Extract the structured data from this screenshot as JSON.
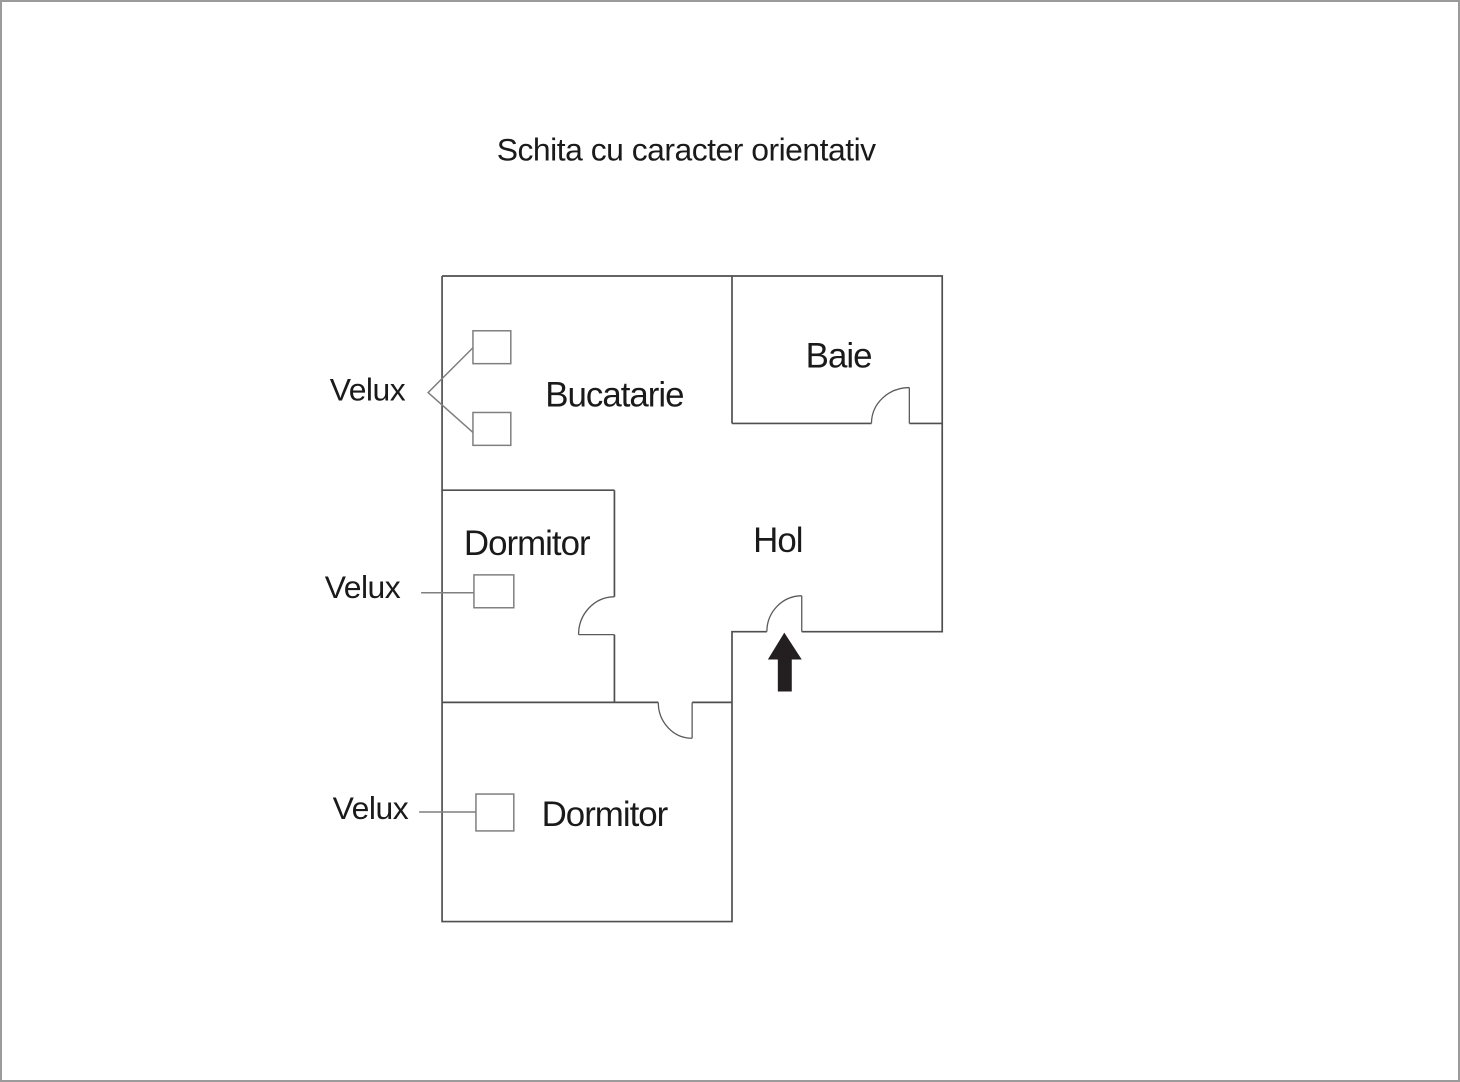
{
  "title": "Schita cu caracter orientativ",
  "diagram": {
    "type": "floor-plan-sketch",
    "rooms": {
      "bucatarie": "Bucatarie",
      "baie": "Baie",
      "hol": "Hol",
      "dormitor_upper": "Dormitor",
      "dormitor_lower": "Dormitor"
    },
    "velux": {
      "top": "Velux",
      "middle": "Velux",
      "bottom": "Velux"
    },
    "skylight_window_count": 4,
    "door_count": 4,
    "entrance_arrow": "entrance-direction-up",
    "colors": {
      "background": "#ffffff",
      "canvas_border": "#9b9b9b",
      "wall": "#4f4f4f",
      "door": "#5a5a5a",
      "detail": "#7f7f7f",
      "text": "#1a1a1a",
      "arrow": "#231f20"
    }
  }
}
